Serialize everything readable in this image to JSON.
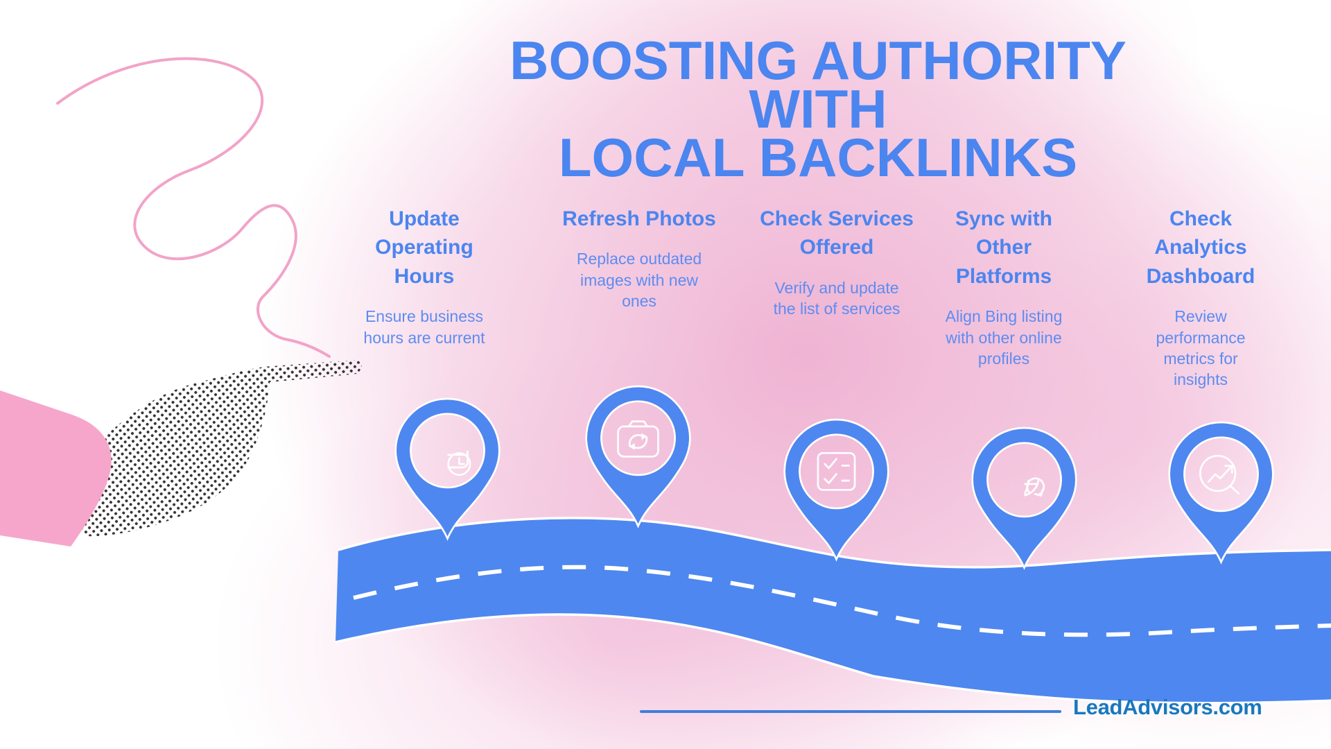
{
  "title": {
    "line1": "BOOSTING AUTHORITY WITH",
    "line2": "LOCAL BACKLINKS"
  },
  "steps": [
    {
      "heading": "Update Operating Hours",
      "description": "Ensure business hours are current",
      "icon": "calendar-clock-icon"
    },
    {
      "heading": "Refresh Photos",
      "description": "Replace outdated images with new ones",
      "icon": "camera-refresh-icon"
    },
    {
      "heading": "Check Services Offered",
      "description": "Verify and update the list of services",
      "icon": "checklist-icon"
    },
    {
      "heading": "Sync with Other Platforms",
      "description": "Align Bing listing with other online profiles",
      "icon": "globe-sync-icon"
    },
    {
      "heading": "Check Analytics Dashboard",
      "description": "Review performance metrics for insights",
      "icon": "chart-search-icon"
    }
  ],
  "footer": {
    "brand": "LeadAdvisors.com"
  },
  "colors": {
    "heading_blue": "#4b85f0",
    "body_blue": "#5d8cf2",
    "road_blue": "#4e87ef",
    "brand_blue": "#1878be",
    "divider_blue": "#3e7edd",
    "pink": "#ef9fc6",
    "sleeve_pink": "#f7a6cb"
  }
}
